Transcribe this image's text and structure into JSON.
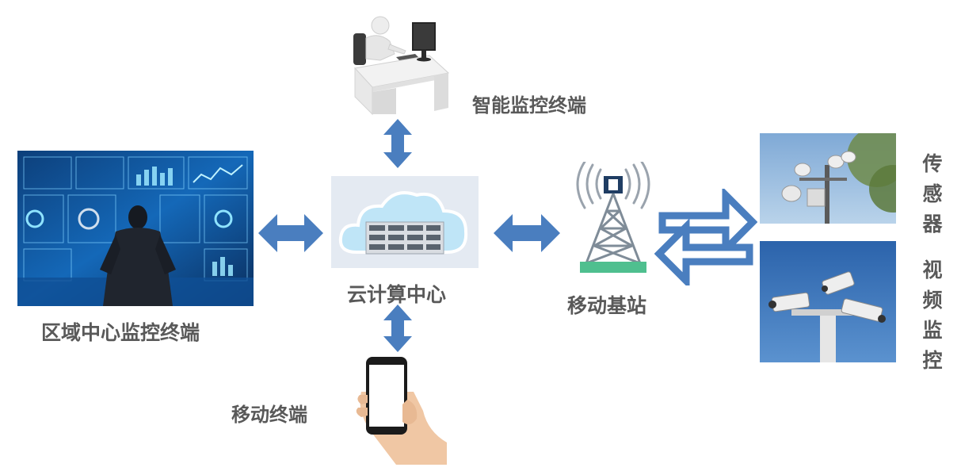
{
  "nodes": {
    "smart_terminal": {
      "label": "智能监控终端"
    },
    "cloud_center": {
      "label": "云计算中心"
    },
    "regional_terminal": {
      "label": "区域中心监控终端"
    },
    "base_station": {
      "label": "移动基站"
    },
    "mobile_terminal": {
      "label": "移动终端"
    },
    "sensor": {
      "label_chars": [
        "传",
        "感",
        "器"
      ]
    },
    "video": {
      "label_chars": [
        "视",
        "频",
        "监",
        "控"
      ]
    }
  },
  "colors": {
    "arrow": "#4a7ebf",
    "label": "#595959",
    "tower": "#7f8c98",
    "tower_base": "#4fbf8f"
  }
}
